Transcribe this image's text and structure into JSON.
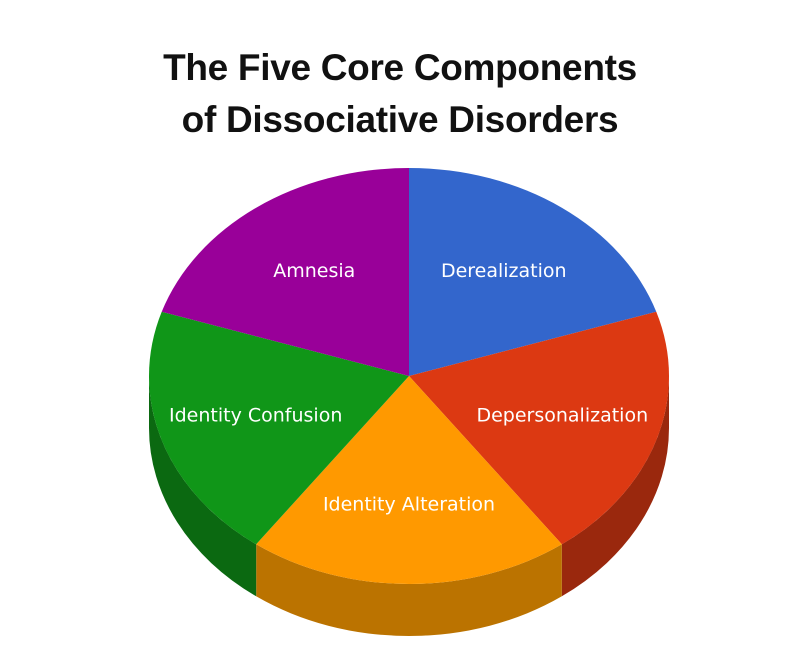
{
  "chart_data": {
    "type": "pie",
    "title": "The Five Core Components of Dissociative Disorders",
    "title_lines": [
      "The Five Core Components",
      "of Dissociative Disorders"
    ],
    "slices": [
      {
        "label": "Derealization",
        "value": 20,
        "color": "#3366CC",
        "side_color": "#23478F"
      },
      {
        "label": "Depersonalization",
        "value": 20,
        "color": "#DC3912",
        "side_color": "#9A280D"
      },
      {
        "label": "Identity Alteration",
        "value": 20,
        "color": "#FF9900",
        "side_color": "#BB7300"
      },
      {
        "label": "Identity Confusion",
        "value": 20,
        "color": "#109618",
        "side_color": "#0B6911"
      },
      {
        "label": "Amnesia",
        "value": 20,
        "color": "#990099",
        "side_color": "#6B006B"
      }
    ],
    "style": "3d",
    "legend": "none"
  }
}
